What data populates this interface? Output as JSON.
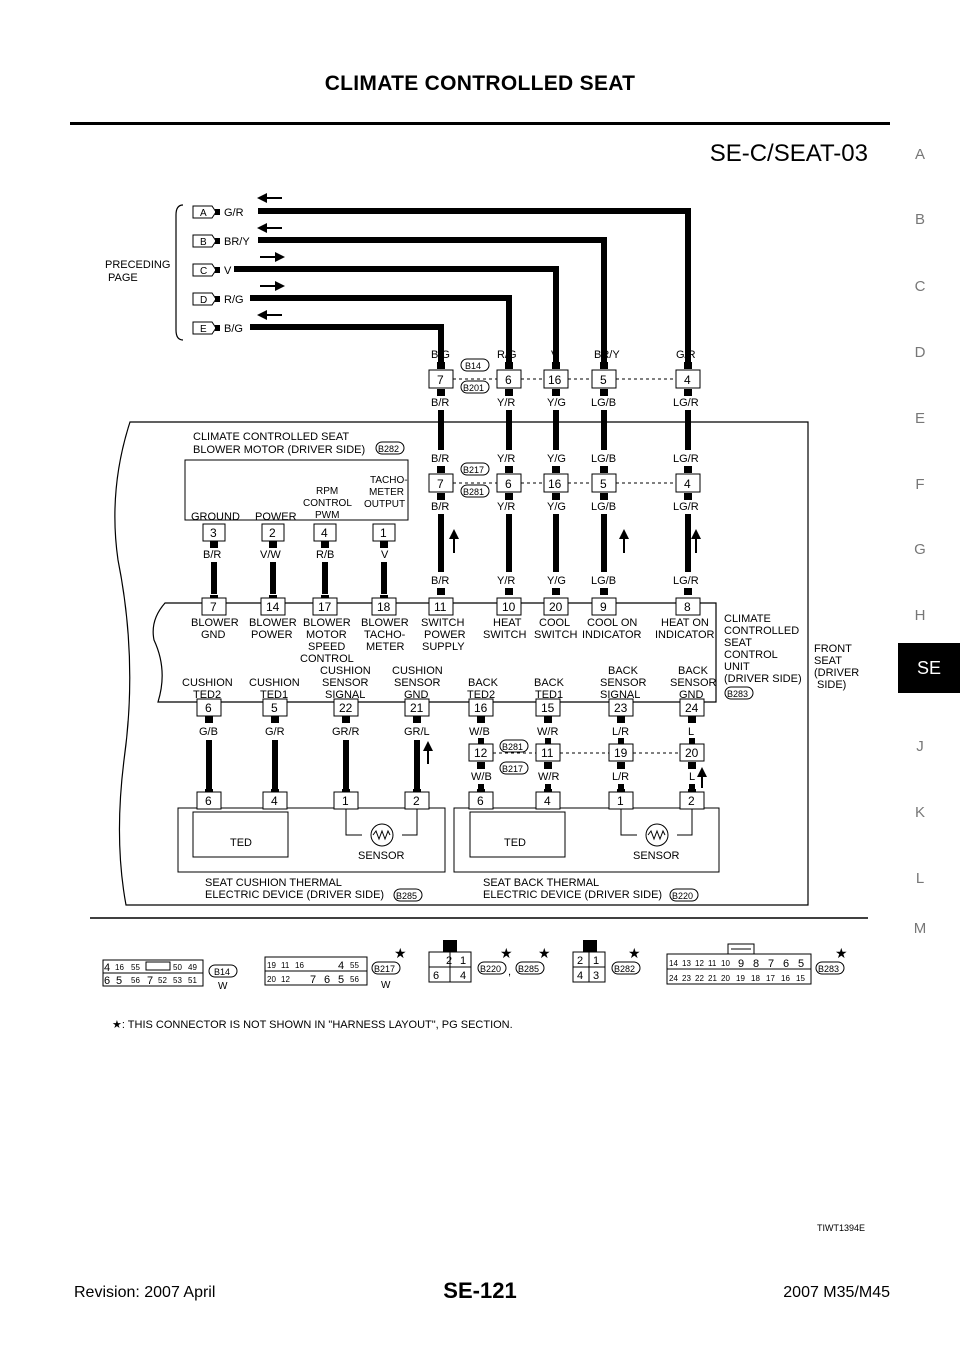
{
  "page": {
    "title": "CLIMATE CONTROLLED SEAT",
    "diagram_id": "SE-C/SEAT-03",
    "figure_ref": "TIWT1394E",
    "revision": "Revision: 2007 April",
    "page_number": "SE-121",
    "model": "2007 M35/M45"
  },
  "side_tabs": [
    "A",
    "B",
    "C",
    "D",
    "E",
    "F",
    "G",
    "H",
    "SE",
    "J",
    "K",
    "L",
    "M"
  ],
  "active_tab": "SE",
  "preceding": {
    "label_line1": "PRECEDING",
    "label_line2": "PAGE",
    "refs": [
      {
        "letter": "A",
        "color": "G/R"
      },
      {
        "letter": "B",
        "color": "BR/Y"
      },
      {
        "letter": "C",
        "color": "V"
      },
      {
        "letter": "D",
        "color": "R/G"
      },
      {
        "letter": "E",
        "color": "B/G"
      }
    ]
  },
  "top_connector": {
    "ids": [
      "B14",
      "B201"
    ],
    "top_colors": [
      "B/G",
      "R/G",
      "V",
      "BR/Y",
      "G/R"
    ],
    "pins": [
      "7",
      "6",
      "16",
      "5",
      "4"
    ],
    "bottom_colors": [
      "B/R",
      "Y/R",
      "Y/G",
      "LG/B",
      "LG/R"
    ]
  },
  "mid_connector": {
    "ids": [
      "B217",
      "B281"
    ],
    "top_colors": [
      "B/R",
      "Y/R",
      "Y/G",
      "LG/B",
      "LG/R"
    ],
    "pins": [
      "7",
      "6",
      "16",
      "5",
      "4"
    ],
    "bottom_colors": [
      "B/R",
      "Y/R",
      "Y/G",
      "LG/B",
      "LG/R"
    ]
  },
  "blower": {
    "title_line1": "CLIMATE CONTROLLED SEAT",
    "title_line2": "BLOWER MOTOR (DRIVER SIDE)",
    "connector": "B282",
    "terminals": [
      {
        "name": "GROUND",
        "pin": "3",
        "color": "B/R"
      },
      {
        "name": "POWER",
        "pin": "2",
        "color": "V/W"
      },
      {
        "name": "RPM CONTROL PWM",
        "pin": "4",
        "color": "R/B"
      },
      {
        "name": "TACHO-METER OUTPUT",
        "pin": "1",
        "color": "V"
      }
    ]
  },
  "unit": {
    "name_lines": [
      "CLIMATE",
      "CONTROLLED",
      "SEAT",
      "CONTROL",
      "UNIT",
      "(DRIVER SIDE)"
    ],
    "connector": "B283",
    "front_seat_lines": [
      "FRONT",
      "SEAT",
      "(DRIVER",
      "SIDE)"
    ],
    "upper_colors": [
      "B/R",
      "Y/R",
      "Y/G",
      "LG/B",
      "LG/R"
    ],
    "upper_pins": [
      {
        "pin": "7",
        "label": "BLOWER GND"
      },
      {
        "pin": "14",
        "label": "BLOWER POWER"
      },
      {
        "pin": "17",
        "label": "BLOWER MOTOR SPEED CONTROL"
      },
      {
        "pin": "18",
        "label": "BLOWER TACHO-METER"
      },
      {
        "pin": "11",
        "label": "SWITCH POWER SUPPLY"
      },
      {
        "pin": "10",
        "label": "HEAT SWITCH"
      },
      {
        "pin": "20",
        "label": "COOL SWITCH"
      },
      {
        "pin": "9",
        "label": "COOL ON INDICATOR"
      },
      {
        "pin": "8",
        "label": "HEAT ON INDICATOR"
      }
    ],
    "lower_pins": [
      {
        "pin": "6",
        "label": "CUSHION TED2",
        "color": "G/B"
      },
      {
        "pin": "5",
        "label": "CUSHION TED1",
        "color": "G/R"
      },
      {
        "pin": "22",
        "label": "CUSHION SENSOR SIGNAL",
        "color": "GR/R"
      },
      {
        "pin": "21",
        "label": "CUSHION SENSOR GND",
        "color": "GR/L"
      },
      {
        "pin": "16",
        "label": "BACK TED2",
        "color": "W/B"
      },
      {
        "pin": "15",
        "label": "BACK TED1",
        "color": "W/R"
      },
      {
        "pin": "23",
        "label": "BACK SENSOR SIGNAL",
        "color": "L/R"
      },
      {
        "pin": "24",
        "label": "BACK SENSOR GND",
        "color": "L"
      }
    ]
  },
  "lower_connector": {
    "ids": [
      "B281",
      "B217"
    ],
    "pins": [
      "12",
      "11",
      "19",
      "20"
    ],
    "colors": [
      "W/B",
      "W/R",
      "L/R",
      "L"
    ]
  },
  "cushion_device": {
    "title_line1": "SEAT CUSHION THERMAL",
    "title_line2": "ELECTRIC DEVICE (DRIVER SIDE)",
    "connector": "B285",
    "pins": [
      "6",
      "4",
      "1",
      "2"
    ],
    "ted": "TED",
    "sensor": "SENSOR"
  },
  "back_device": {
    "title_line1": "SEAT BACK THERMAL",
    "title_line2": "ELECTRIC DEVICE (DRIVER SIDE)",
    "connector": "B220",
    "pins": [
      "6",
      "4",
      "1",
      "2"
    ],
    "ted": "TED",
    "sensor": "SENSOR"
  },
  "connector_views": {
    "b14": {
      "id": "B14",
      "color": "W",
      "row1": [
        "4",
        "16",
        "55",
        "50",
        "49"
      ],
      "row2": [
        "6",
        "5",
        "56",
        "7",
        "52",
        "53",
        "51"
      ]
    },
    "b217": {
      "id": "B217",
      "color": "W",
      "row1": [
        "19",
        "11",
        "16",
        "4",
        "55"
      ],
      "row2": [
        "20",
        "12",
        "7",
        "6",
        "5",
        "56"
      ]
    },
    "b220": {
      "ids": [
        "B220",
        "B285"
      ],
      "row1": [
        "2",
        "1"
      ],
      "row2": [
        "6",
        "4"
      ]
    },
    "b282": {
      "id": "B282",
      "row1": [
        "2",
        "1"
      ],
      "row2": [
        "4",
        "3"
      ]
    },
    "b283": {
      "id": "B283",
      "row1": [
        "14",
        "13",
        "12",
        "11",
        "10",
        "9",
        "8",
        "7",
        "6",
        "5"
      ],
      "row2": [
        "24",
        "23",
        "22",
        "21",
        "20",
        "19",
        "18",
        "17",
        "16",
        "15"
      ]
    }
  },
  "footnote": "★: THIS CONNECTOR IS NOT SHOWN IN \"HARNESS LAYOUT\", PG SECTION."
}
